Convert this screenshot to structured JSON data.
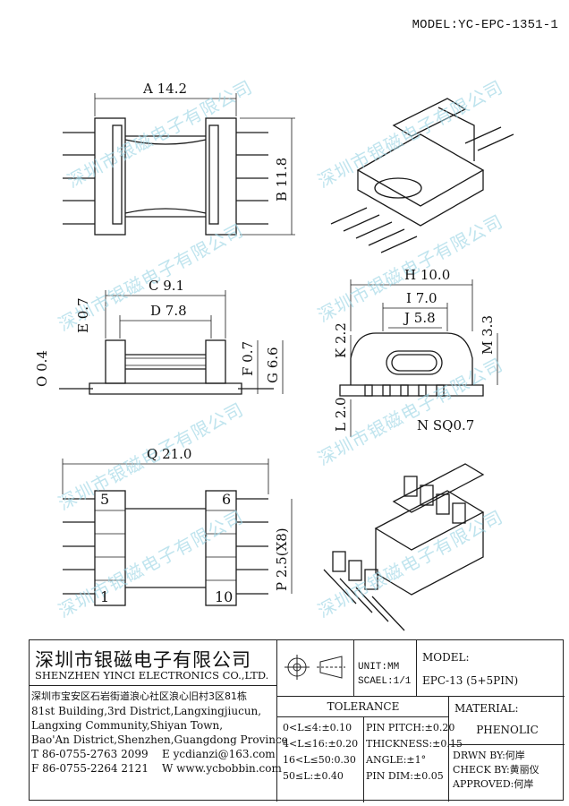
{
  "header": {
    "model": "MODEL:YC-EPC-1351-1"
  },
  "drawing": {
    "dims": {
      "A": "A 14.2",
      "B": "B 11.8",
      "C": "C 9.1",
      "D": "D 7.8",
      "E": "E 0.7",
      "O": "O 0.4",
      "F": "F 0.7",
      "G": "G 6.6",
      "H": "H 10.0",
      "I": "I 7.0",
      "J": "J 5.8",
      "K": "K 2.2",
      "M": "M 3.3",
      "L": "L 2.0",
      "N": "N SQ0.7",
      "Q": "Q 21.0",
      "P": "P 2.5(X8)"
    },
    "pins": {
      "p5": "5",
      "p6": "6",
      "p1": "1",
      "p10": "10"
    },
    "watermark": "深圳市银磁电子有限公司"
  },
  "titleblock": {
    "company_cn": "深圳市银磁电子有限公司",
    "company_en": "SHENZHEN YINCI ELECTRONICS CO.,LTD.",
    "address": [
      "深圳市宝安区石岩街道浪心社区浪心旧村3区81栋",
      "81st Building,3rd District,Langxingjiucun,",
      "Langxing Community,Shiyan Town,",
      "Bao'An District,Shenzhen,Guangdong Province"
    ],
    "tel": "T 86-0755-2763 2099",
    "email": "E ycdianzi@163.com",
    "fax": "F 86-0755-2264 2121",
    "web": "W www.ycbobbin.com",
    "unit": "UNIT:MM",
    "scale": "SCAEL:1/1",
    "model_label": "MODEL:",
    "model_value": "EPC-13 (5+5PIN)",
    "tolerance_title": "TOLERANCE",
    "tol_left": [
      "0<L≤4:±0.10",
      "4<L≤16:±0.20",
      "16<L≤50:0.30",
      "50≤L:±0.40"
    ],
    "tol_right": [
      "PIN PITCH:±0.20",
      "THICKNESS:±0.15",
      "ANGLE:±1°",
      "PIN DIM:±0.05"
    ],
    "material_label": "MATERIAL:",
    "material_value": "PHENOLIC",
    "drwn": "DRWN BY:何岸",
    "check": "CHECK BY:黄丽仪",
    "approved": "APPROVED:何岸"
  }
}
